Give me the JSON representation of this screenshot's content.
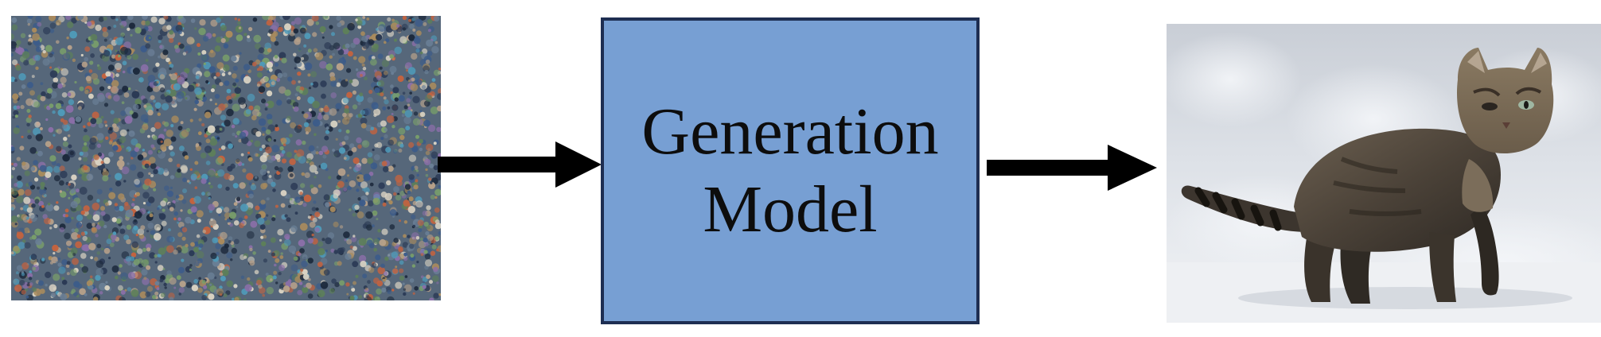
{
  "model_box": {
    "line1": "Generation",
    "line2": "Model",
    "fill_color": "#779fd3",
    "border_color": "#1e2e52"
  },
  "input_image": {
    "icon": "noise-image"
  },
  "output_image": {
    "icon": "cat-in-snow-image"
  },
  "arrow_color": "#000000"
}
